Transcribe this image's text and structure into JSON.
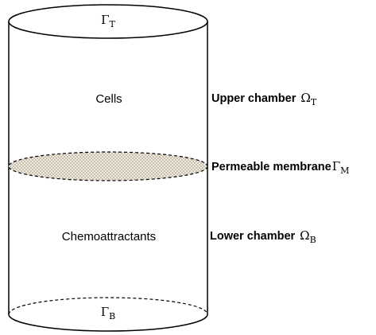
{
  "boundaries": {
    "top": {
      "symbol": "Γ",
      "subscript": "T"
    },
    "bottom": {
      "symbol": "Γ",
      "subscript": "B"
    },
    "membrane": {
      "symbol": "Γ",
      "subscript": "M"
    }
  },
  "regions": {
    "upper_content": "Cells",
    "lower_content": "Chemoattractants"
  },
  "labels": {
    "upper_chamber": {
      "text": "Upper chamber",
      "symbol": "Ω",
      "subscript": "T"
    },
    "membrane": {
      "text": "Permeable membrane"
    },
    "lower_chamber": {
      "text": "Lower chamber",
      "symbol": "Ω",
      "subscript": "B"
    }
  },
  "colors": {
    "stroke": "#000000",
    "membrane_fill": "#d8d0c0"
  }
}
